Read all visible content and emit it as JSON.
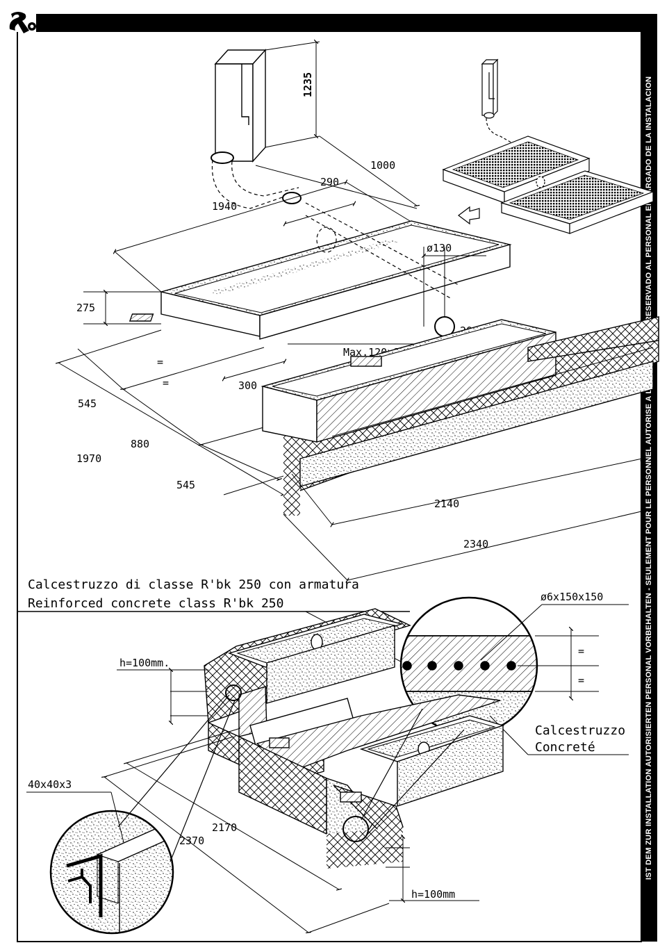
{
  "side_banner": "IST DEM ZUR INSTALLATION AUTORISIERTEN PERSONAL VORBEHALTEN - SEULEMENT POUR LE PERSONNEL AUTORISE A L'INSTALLATION - RESERVADO AL PERSONAL ENCARGADO DE LA INSTALACION",
  "top_diagram": {
    "dimensions": {
      "h1235": "1235",
      "d1000": "1000",
      "d1940": "1940",
      "d290": "290",
      "d275": "275",
      "d130": "ø130",
      "d300": "300",
      "maxgrid": "Max.120x120",
      "d20": "20",
      "d545a": "545",
      "d880": "880",
      "d1970": "1970",
      "d545b": "545",
      "d2140": "2140",
      "d2340": "2340",
      "eq1": "=",
      "eq2": "="
    }
  },
  "concrete_note": {
    "line1": "Calcestruzzo di classe R'bk 250 con armatura",
    "line2": "Reinforced concrete class R'bk 250"
  },
  "bottom_diagram": {
    "rebar": "ø6x150x150",
    "eq_top": "=",
    "eq_bottom": "=",
    "concrete_it": "Calcestruzzo",
    "concrete_en": "Concreté",
    "h100_top": "h=100mm.",
    "h100_bottom": "h=100mm",
    "angle": "40x40x3",
    "d2170": "2170",
    "d2370": "2370"
  }
}
